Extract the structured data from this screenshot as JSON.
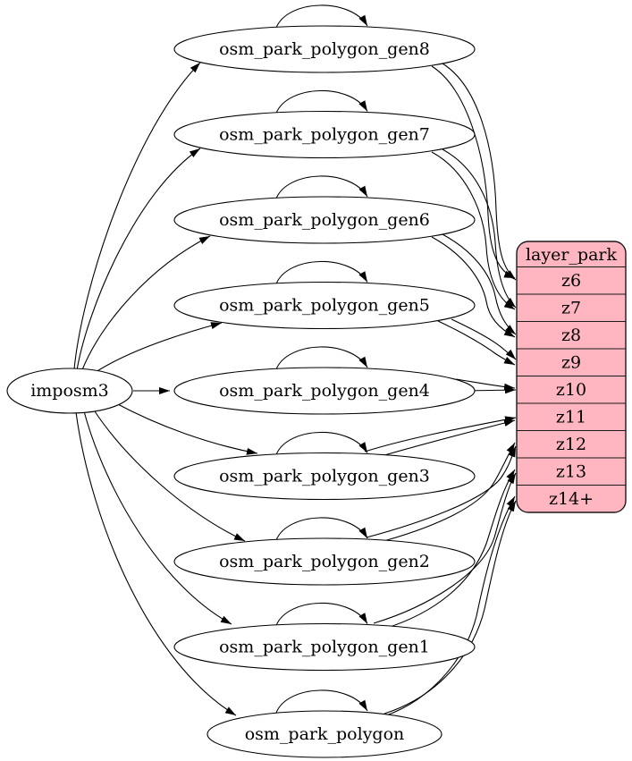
{
  "diagram": {
    "source": {
      "label": "imposm3"
    },
    "tables": [
      {
        "label": "osm_park_polygon_gen8"
      },
      {
        "label": "osm_park_polygon_gen7"
      },
      {
        "label": "osm_park_polygon_gen6"
      },
      {
        "label": "osm_park_polygon_gen5"
      },
      {
        "label": "osm_park_polygon_gen4"
      },
      {
        "label": "osm_park_polygon_gen3"
      },
      {
        "label": "osm_park_polygon_gen2"
      },
      {
        "label": "osm_park_polygon_gen1"
      },
      {
        "label": "osm_park_polygon"
      }
    ],
    "layer": {
      "title": "layer_park",
      "rows": [
        "z6",
        "z7",
        "z8",
        "z9",
        "z10",
        "z11",
        "z12",
        "z13",
        "z14+"
      ],
      "fill": "#ffb6c1",
      "stroke": "#1a1a1a"
    },
    "edges": {
      "imports": [
        {
          "from": "imposm3",
          "to": "osm_park_polygon_gen8"
        },
        {
          "from": "imposm3",
          "to": "osm_park_polygon_gen7"
        },
        {
          "from": "imposm3",
          "to": "osm_park_polygon_gen6"
        },
        {
          "from": "imposm3",
          "to": "osm_park_polygon_gen5"
        },
        {
          "from": "imposm3",
          "to": "osm_park_polygon_gen4"
        },
        {
          "from": "imposm3",
          "to": "osm_park_polygon_gen3"
        },
        {
          "from": "imposm3",
          "to": "osm_park_polygon_gen2"
        },
        {
          "from": "imposm3",
          "to": "osm_park_polygon_gen1"
        },
        {
          "from": "imposm3",
          "to": "osm_park_polygon"
        }
      ],
      "self_updates": [
        "osm_park_polygon_gen8",
        "osm_park_polygon_gen7",
        "osm_park_polygon_gen6",
        "osm_park_polygon_gen5",
        "osm_park_polygon_gen4",
        "osm_park_polygon_gen3",
        "osm_park_polygon_gen2",
        "osm_park_polygon_gen1",
        "osm_park_polygon"
      ],
      "layer_mappings": [
        {
          "from": "osm_park_polygon_gen8",
          "to_zoom": "z6"
        },
        {
          "from": "osm_park_polygon_gen7",
          "to_zoom": "z7"
        },
        {
          "from": "osm_park_polygon_gen6",
          "to_zoom": "z8"
        },
        {
          "from": "osm_park_polygon_gen5",
          "to_zoom": "z9"
        },
        {
          "from": "osm_park_polygon_gen4",
          "to_zoom": "z10"
        },
        {
          "from": "osm_park_polygon_gen3",
          "to_zoom": "z11"
        },
        {
          "from": "osm_park_polygon_gen2",
          "to_zoom": "z12"
        },
        {
          "from": "osm_park_polygon_gen1",
          "to_zoom": "z13"
        },
        {
          "from": "osm_park_polygon",
          "to_zoom": "z14+"
        }
      ]
    }
  }
}
